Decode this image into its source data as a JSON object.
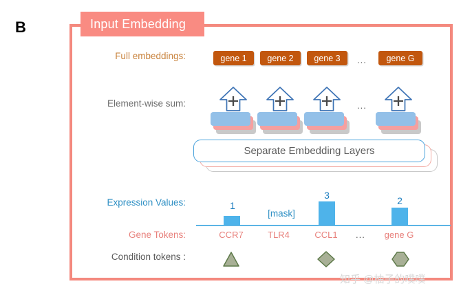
{
  "figure": {
    "panel_letter": "B",
    "header_title": "Input Embedding",
    "watermark": "知乎 @柚子的噗噗"
  },
  "colors": {
    "panel_border": "#F4897E",
    "header_fill": "#F98B82",
    "gene_chip": "#C2570E",
    "bar_blue": "#4EB3EA",
    "card_blue": "#93C0E8",
    "card_pink": "#F5A0A0",
    "card_gray": "#C9C9C9",
    "expression_label": "#2E8FC4",
    "gene_token_label": "#E8817C",
    "full_embeddings_label": "#C9843F",
    "condition_shape_fill": "#A8B096",
    "condition_shape_stroke": "#5E7A4A"
  },
  "rows": {
    "full_embeddings_label": "Full embeddings:",
    "element_wise_label": "Element-wise sum:",
    "expression_values_label": "Expression Values:",
    "gene_tokens_label": "Gene Tokens:",
    "condition_tokens_label": "Condition tokens :"
  },
  "ellipsis": "...",
  "full_embeddings": [
    {
      "label": "gene 1"
    },
    {
      "label": "gene 2"
    },
    {
      "label": "gene 3"
    },
    {
      "label": "gene G"
    }
  ],
  "sum_operator": "+",
  "embedding_layers": {
    "title": "Separate Embedding Layers",
    "stack_depth": 3
  },
  "mask_label": "[mask]",
  "chart_data": {
    "type": "bar",
    "title": "Expression Values",
    "xlabel": "Gene Tokens",
    "ylabel": "Expression Values",
    "categories": [
      "CCR7",
      "TLR4",
      "CCL1",
      "gene G"
    ],
    "values": [
      1,
      null,
      3,
      2
    ],
    "value_labels": [
      "1",
      "[mask]",
      "3",
      "2"
    ],
    "ylim": [
      0,
      3.6
    ],
    "grid": false,
    "legend": "none",
    "bar_color": "#4EB3EA",
    "axis_color": "#5BB4E5",
    "notes": "TLR4 expression is masked, rendered as the text [mask] with no bar."
  },
  "condition_tokens": [
    {
      "shape": "triangle",
      "under": "CCR7"
    },
    {
      "shape": "diamond",
      "under": "CCL1"
    },
    {
      "shape": "hexagon",
      "under": "gene G"
    }
  ]
}
